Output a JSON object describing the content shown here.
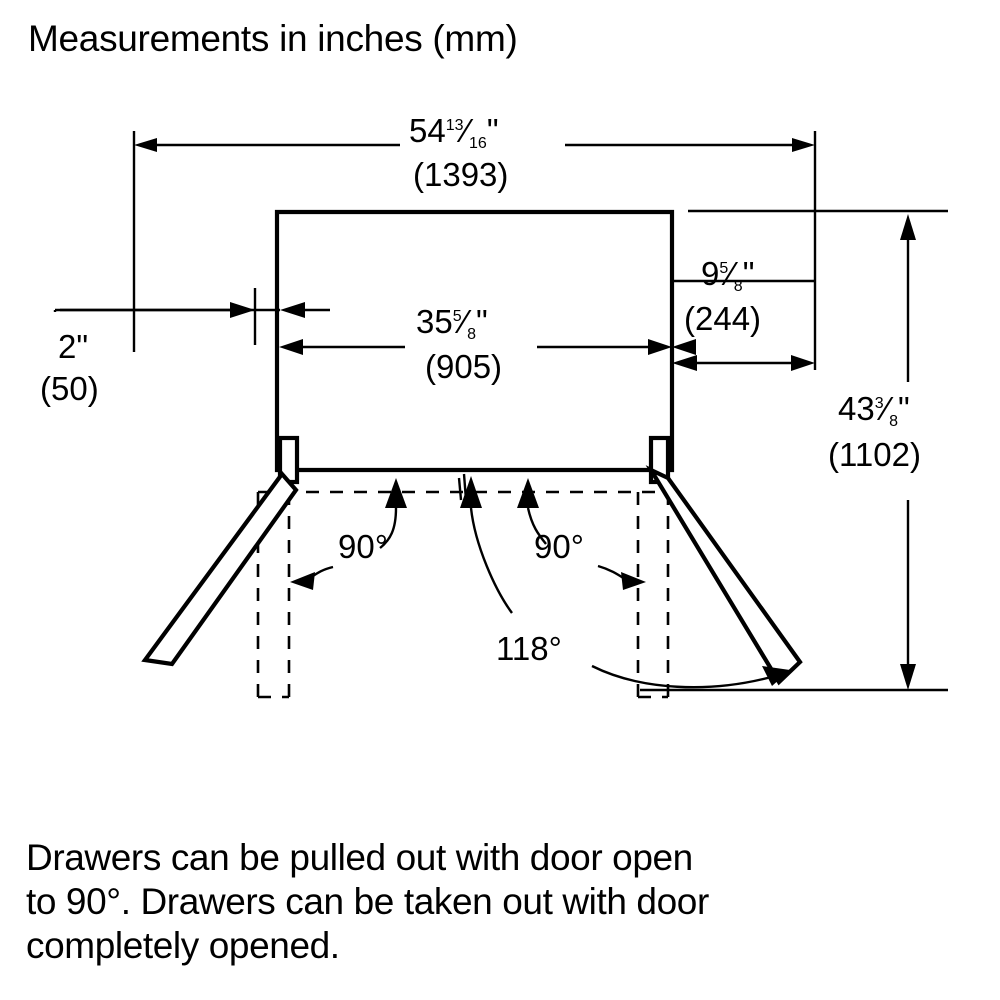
{
  "title": "Measurements in inches (mm)",
  "note": {
    "line1": "Drawers can be pulled out with door open",
    "line2": "to 90°. Drawers can be taken out with door",
    "line3": "completely opened."
  },
  "dimensions": {
    "overall_width": {
      "inch_whole": "54",
      "inch_num": "13",
      "inch_den": "16",
      "inch_mark": "\"",
      "mm": "(1393)"
    },
    "cabinet_width": {
      "inch_whole": "35",
      "inch_num": "5",
      "inch_den": "8",
      "inch_mark": "\"",
      "mm": "(905)"
    },
    "door_swing_right": {
      "inch_whole": "9",
      "inch_num": "5",
      "inch_den": "8",
      "inch_mark": "\"",
      "mm": "(244)"
    },
    "overall_depth": {
      "inch_whole": "43",
      "inch_num": "3",
      "inch_den": "8",
      "inch_mark": "\"",
      "mm": "(1102)"
    },
    "left_clearance": {
      "inch_whole": "2",
      "inch_mark": "\"",
      "mm": "(50)"
    }
  },
  "angles": {
    "left_door": "90°",
    "right_door": "90°",
    "full_swing": "118°"
  },
  "colors": {
    "line": "#000000",
    "background": "#ffffff"
  },
  "chart_data": {
    "type": "diagram",
    "title": "Measurements in inches (mm)",
    "subject": "Refrigerator top-view door swing clearance diagram",
    "labels": [
      {
        "name": "overall-width",
        "text": "54 13/16\" (1393)",
        "inch": 54.8125,
        "mm": 1393
      },
      {
        "name": "cabinet-width",
        "text": "35 5/8\" (905)",
        "inch": 35.625,
        "mm": 905
      },
      {
        "name": "right-door-projection",
        "text": "9 5/8\" (244)",
        "inch": 9.625,
        "mm": 244
      },
      {
        "name": "overall-depth",
        "text": "43 3/8\" (1102)",
        "inch": 43.375,
        "mm": 1102
      },
      {
        "name": "left-clearance",
        "text": "2\" (50)",
        "inch": 2,
        "mm": 50
      },
      {
        "name": "left-door-angle",
        "text": "90°",
        "deg": 90
      },
      {
        "name": "right-door-angle",
        "text": "90°",
        "deg": 90
      },
      {
        "name": "full-door-swing-angle",
        "text": "118°",
        "deg": 118
      }
    ]
  }
}
